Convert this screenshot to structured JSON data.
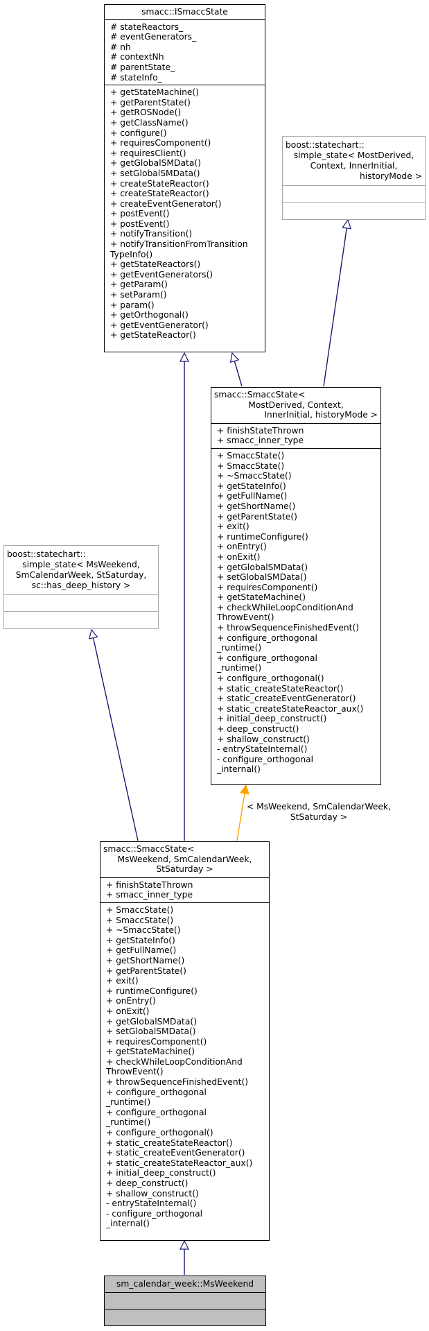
{
  "nodes": {
    "ismacc_state": {
      "title": [
        "smacc::ISmaccState"
      ],
      "attributes": [
        "# stateReactors_",
        "# eventGenerators_",
        "# nh",
        "# contextNh",
        "# parentState_",
        "# stateInfo_"
      ],
      "methods": [
        "+ getStateMachine()",
        "+ getParentState()",
        "+ getROSNode()",
        "+ getClassName()",
        "+ configure()",
        "+ requiresComponent()",
        "+ requiresClient()",
        "+ getGlobalSMData()",
        "+ setGlobalSMData()",
        "+ createStateReactor()",
        "+ createStateReactor()",
        "+ createEventGenerator()",
        "+ postEvent()",
        "+ postEvent()",
        "+ notifyTransition()",
        "+ notifyTransitionFromTransition",
        "TypeInfo()",
        "+ getStateReactors()",
        "+ getEventGenerators()",
        "+ getParam()",
        "+ setParam()",
        "+ param()",
        "+ getOrthogonal()",
        "+ getEventGenerator()",
        "+ getStateReactor()"
      ]
    },
    "boost_simple_state_generic": {
      "title": [
        "boost::statechart::",
        "simple_state< MostDerived,",
        "Context, InnerInitial,",
        "historyMode >"
      ]
    },
    "smacc_state_template": {
      "title": [
        "smacc::SmaccState<",
        "MostDerived, Context,",
        "InnerInitial, historyMode >"
      ],
      "attributes": [
        "+ finishStateThrown",
        "+ smacc_inner_type"
      ],
      "methods": [
        "+ SmaccState()",
        "+ SmaccState()",
        "+ ~SmaccState()",
        "+ getStateInfo()",
        "+ getFullName()",
        "+ getShortName()",
        "+ getParentState()",
        "+ exit()",
        "+ runtimeConfigure()",
        "+ onEntry()",
        "+ onExit()",
        "+ getGlobalSMData()",
        "+ setGlobalSMData()",
        "+ requiresComponent()",
        "+ getStateMachine()",
        "+ checkWhileLoopConditionAnd",
        "ThrowEvent()",
        "+ throwSequenceFinishedEvent()",
        "+ configure_orthogonal",
        "_runtime()",
        "+ configure_orthogonal",
        "_runtime()",
        "+ configure_orthogonal()",
        "+ static_createStateReactor()",
        "+ static_createEventGenerator()",
        "+ static_createStateReactor_aux()",
        "+ initial_deep_construct()",
        "+ deep_construct()",
        "+ shallow_construct()",
        "- entryStateInternal()",
        "- configure_orthogonal",
        "_internal()"
      ]
    },
    "boost_simple_state_weekend": {
      "title": [
        "boost::statechart::",
        "simple_state< MsWeekend,",
        "SmCalendarWeek, StSaturday,",
        "sc::has_deep_history >"
      ]
    },
    "smacc_state_weekend": {
      "title": [
        "smacc::SmaccState<",
        "MsWeekend, SmCalendarWeek,",
        "StSaturday >"
      ],
      "attributes": [
        "+ finishStateThrown",
        "+ smacc_inner_type"
      ],
      "methods": [
        "+ SmaccState()",
        "+ SmaccState()",
        "+ ~SmaccState()",
        "+ getStateInfo()",
        "+ getFullName()",
        "+ getShortName()",
        "+ getParentState()",
        "+ exit()",
        "+ runtimeConfigure()",
        "+ onEntry()",
        "+ onExit()",
        "+ getGlobalSMData()",
        "+ setGlobalSMData()",
        "+ requiresComponent()",
        "+ getStateMachine()",
        "+ checkWhileLoopConditionAnd",
        "ThrowEvent()",
        "+ throwSequenceFinishedEvent()",
        "+ configure_orthogonal",
        "_runtime()",
        "+ configure_orthogonal",
        "_runtime()",
        "+ configure_orthogonal()",
        "+ static_createStateReactor()",
        "+ static_createEventGenerator()",
        "+ static_createStateReactor_aux()",
        "+ initial_deep_construct()",
        "+ deep_construct()",
        "+ shallow_construct()",
        "- entryStateInternal()",
        "- configure_orthogonal",
        "_internal()"
      ]
    },
    "ms_weekend": {
      "title": [
        "sm_calendar_week::MsWeekend"
      ]
    }
  },
  "edge_labels": {
    "template_binding": [
      "< MsWeekend, SmCalendarWeek,",
      "StSaturday >"
    ]
  },
  "colors": {
    "inheritance_edge": "#191970",
    "template_edge": "#ffa500",
    "node_border": "#000000",
    "external_node_border": "#a8a8a8",
    "highlight_fill": "#bfbfbf"
  }
}
